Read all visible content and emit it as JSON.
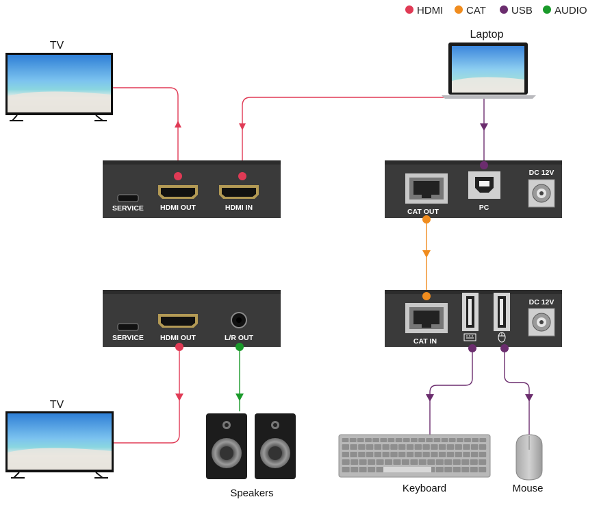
{
  "legend": [
    {
      "label": "HDMI",
      "color": "#e03a55"
    },
    {
      "label": "CAT",
      "color": "#f08c1e"
    },
    {
      "label": "USB",
      "color": "#6b2d6e"
    },
    {
      "label": "AUDIO",
      "color": "#1a9a2a"
    }
  ],
  "devices": {
    "tv_top": "TV",
    "tv_bottom": "TV",
    "laptop": "Laptop",
    "speakers": "Speakers",
    "keyboard": "Keyboard",
    "mouse": "Mouse"
  },
  "transmitter_hdmi": {
    "service": "SERVICE",
    "hdmi_out": "HDMI OUT",
    "hdmi_in": "HDMI IN"
  },
  "transmitter_usb": {
    "cat_out": "CAT OUT",
    "pc": "PC",
    "dc": "DC 12V"
  },
  "receiver_hdmi": {
    "service": "SERVICE",
    "hdmi_out": "HDMI OUT",
    "lr_out": "L/R OUT"
  },
  "receiver_usb": {
    "cat_in": "CAT IN",
    "dc": "DC 12V"
  },
  "colors": {
    "hdmi": "#e03a55",
    "cat": "#f08c1e",
    "usb": "#6b2d6e",
    "audio": "#1a9a2a",
    "box": "#3a3a3a"
  },
  "icons": [
    "keyboard-icon",
    "mouse-icon",
    "rj45-port-icon",
    "usb-b-port-icon",
    "usb-a-port-icon",
    "dc-jack-icon"
  ]
}
